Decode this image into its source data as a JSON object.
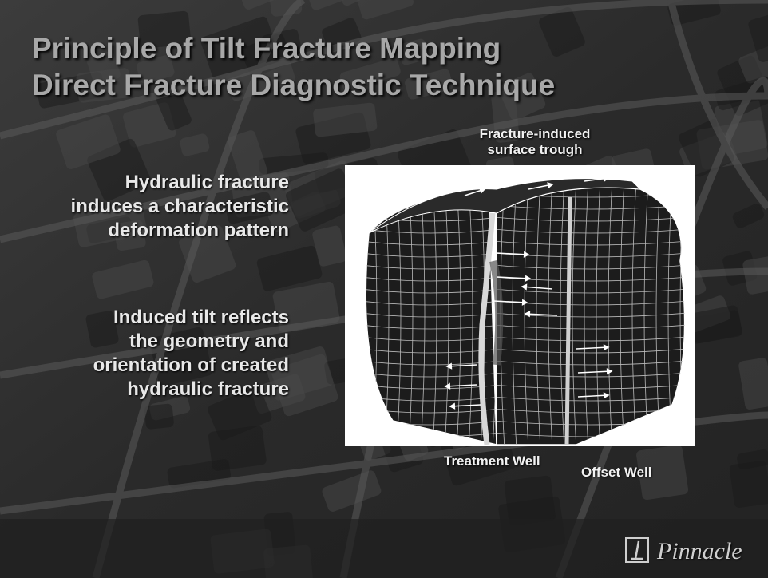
{
  "slide": {
    "title_line1": "Principle of Tilt Fracture Mapping",
    "title_line2": "Direct Fracture Diagnostic Technique",
    "bullet1_lines": [
      "Hydraulic fracture",
      "induces a characteristic",
      "deformation pattern"
    ],
    "bullet2_lines": [
      "Induced tilt reflects",
      "the geometry and",
      "orientation of created",
      "hydraulic fracture"
    ]
  },
  "figure": {
    "callout_trough_line1": "Fracture-induced",
    "callout_trough_line2": "surface trough",
    "callout_treatment_well": "Treatment Well",
    "callout_offset_well": "Offset Well"
  },
  "logo": {
    "text": "Pinnacle",
    "icon": "pinnacle-logo-icon"
  },
  "colors": {
    "title": "#a8a8a8",
    "body_text": "#e8e8e8",
    "background": "#2f2f2f"
  }
}
